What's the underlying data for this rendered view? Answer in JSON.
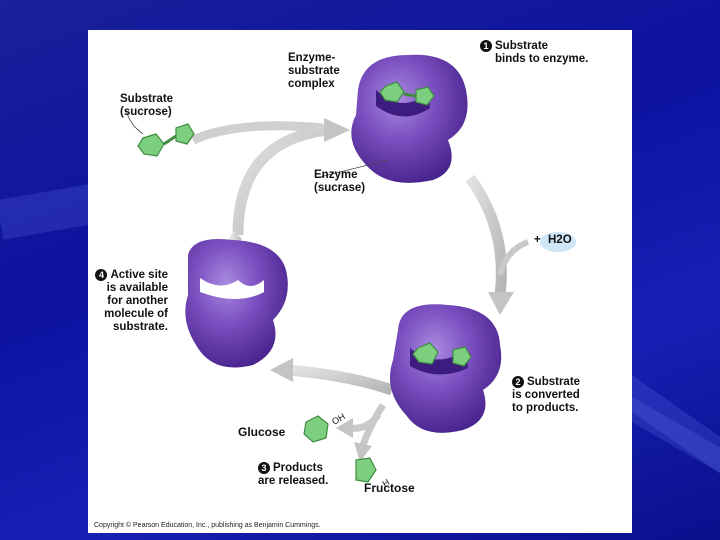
{
  "labels": {
    "substrate_title": "Substrate",
    "substrate_sub": "(sucrose)",
    "complex": [
      "Enzyme-",
      "substrate",
      "complex"
    ],
    "enzyme_title": "Enzyme",
    "enzyme_sub": "(sucrase)",
    "step1": {
      "num": "1",
      "lines": [
        "Substrate",
        "binds to enzyme."
      ]
    },
    "step2": {
      "num": "2",
      "lines": [
        "Substrate",
        "is converted",
        "to products."
      ]
    },
    "step3": {
      "num": "3",
      "lines": [
        "Products",
        "are released."
      ]
    },
    "step4": {
      "num": "4",
      "lines": [
        "Active site",
        "is available",
        "for another",
        "molecule of",
        "substrate."
      ]
    },
    "water_plus": "+",
    "water": "H2O",
    "glucose": "Glucose",
    "fructose": "Fructose",
    "oh": "OH",
    "h": "H"
  },
  "copyright": "Copyright © Pearson Education, Inc., publishing as Benjamin Cummings.",
  "colors": {
    "background": "#0d12a0",
    "enzyme": "#7b4fc0",
    "enzyme_dark": "#4f2a93",
    "substrate": "#7ccf7e",
    "arrow": "#c9c9c9",
    "water_bubble": "#cfe6f7"
  }
}
